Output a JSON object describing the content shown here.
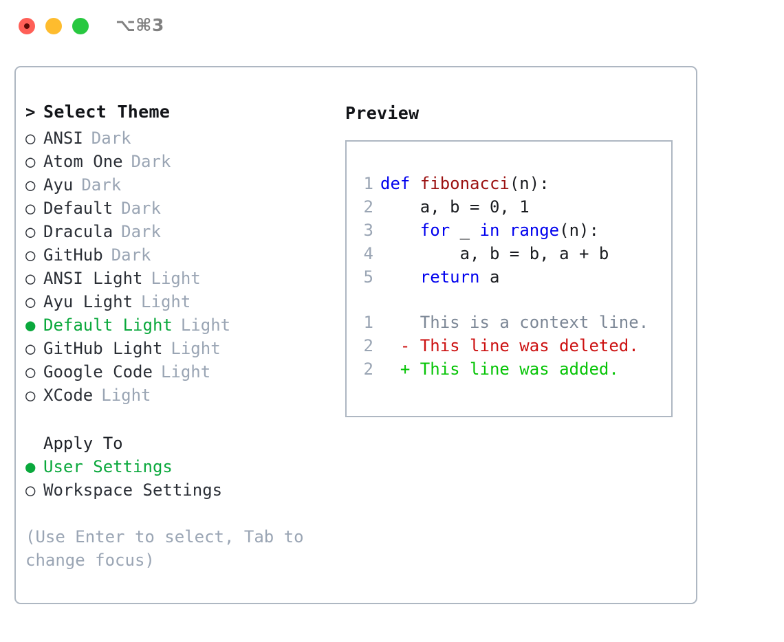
{
  "window": {
    "traffic_lights": [
      "close",
      "minimize",
      "maximize"
    ],
    "shortcut": "⌥⌘3",
    "colors": {
      "close": "#ff5f57",
      "minimize": "#febc2e",
      "maximize": "#28c840",
      "accent_green": "#0aa83c",
      "muted": "#9aa5b4",
      "border": "#aeb7c2"
    }
  },
  "theme_picker": {
    "header_marker": ">",
    "header": "Select Theme",
    "marker_unselected": "○",
    "marker_selected": "●",
    "items": [
      {
        "marker": "○",
        "label": "ANSI",
        "tag": "Dark",
        "selected": false
      },
      {
        "marker": "○",
        "label": "Atom One",
        "tag": "Dark",
        "selected": false
      },
      {
        "marker": "○",
        "label": "Ayu",
        "tag": "Dark",
        "selected": false
      },
      {
        "marker": "○",
        "label": "Default",
        "tag": "Dark",
        "selected": false
      },
      {
        "marker": "○",
        "label": "Dracula",
        "tag": "Dark",
        "selected": false
      },
      {
        "marker": "○",
        "label": "GitHub",
        "tag": "Dark",
        "selected": false
      },
      {
        "marker": "○",
        "label": "ANSI Light",
        "tag": "Light",
        "selected": false
      },
      {
        "marker": "○",
        "label": "Ayu Light",
        "tag": "Light",
        "selected": false
      },
      {
        "marker": "●",
        "label": "Default Light",
        "tag": "Light",
        "selected": true
      },
      {
        "marker": "○",
        "label": "GitHub Light",
        "tag": "Light",
        "selected": false
      },
      {
        "marker": "○",
        "label": "Google Code",
        "tag": "Light",
        "selected": false
      },
      {
        "marker": "○",
        "label": "XCode",
        "tag": "Light",
        "selected": false
      }
    ]
  },
  "apply_to": {
    "header": "Apply To",
    "items": [
      {
        "marker": "●",
        "label": "User Settings",
        "selected": true
      },
      {
        "marker": "○",
        "label": "Workspace Settings",
        "selected": false
      }
    ]
  },
  "hint": "(Use Enter to select, Tab to change focus)",
  "preview": {
    "title": "Preview",
    "code_lines": [
      {
        "lineno": "1",
        "segments": [
          {
            "text": "def ",
            "style": "kw"
          },
          {
            "text": "fibonacci",
            "style": "fn"
          },
          {
            "text": "(n):",
            "style": "code-text"
          }
        ]
      },
      {
        "lineno": "2",
        "segments": [
          {
            "text": "    a, b = 0, 1",
            "style": "code-text"
          }
        ]
      },
      {
        "lineno": "3",
        "segments": [
          {
            "text": "    ",
            "style": "code-text"
          },
          {
            "text": "for",
            "style": "kw"
          },
          {
            "text": " _ ",
            "style": "code-text"
          },
          {
            "text": "in",
            "style": "kw"
          },
          {
            "text": " ",
            "style": "code-text"
          },
          {
            "text": "range",
            "style": "kw"
          },
          {
            "text": "(n):",
            "style": "code-text"
          }
        ]
      },
      {
        "lineno": "4",
        "segments": [
          {
            "text": "        a, b = b, a + b",
            "style": "code-text"
          }
        ]
      },
      {
        "lineno": "5",
        "segments": [
          {
            "text": "    ",
            "style": "code-text"
          },
          {
            "text": "return",
            "style": "kw"
          },
          {
            "text": " a",
            "style": "code-text"
          }
        ]
      }
    ],
    "diff_lines": [
      {
        "lineno": "1",
        "marker": " ",
        "text": " This is a context line.",
        "kind": "context"
      },
      {
        "lineno": "2",
        "marker": "-",
        "text": " This line was deleted.",
        "kind": "deleted"
      },
      {
        "lineno": "2",
        "marker": "+",
        "text": " This line was added.",
        "kind": "added"
      }
    ]
  }
}
